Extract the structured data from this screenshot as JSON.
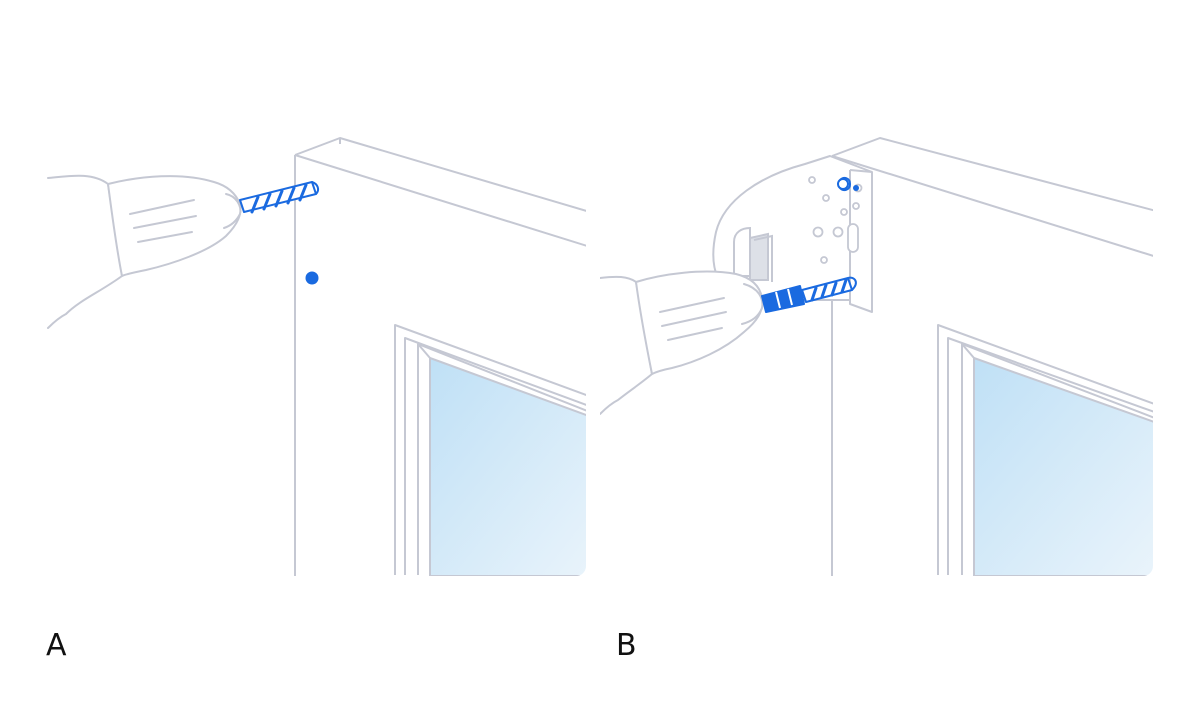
{
  "steps": [
    {
      "label": "A",
      "illustration": "drill-pilot-hole"
    },
    {
      "label": "B",
      "illustration": "screw-bracket-to-door-frame"
    }
  ],
  "colors": {
    "line": "#c5c8d3",
    "accent": "#1a6ae0",
    "glass_light": "#eaf4fb",
    "glass_dark": "#bfe0f6",
    "text": "#111111"
  }
}
